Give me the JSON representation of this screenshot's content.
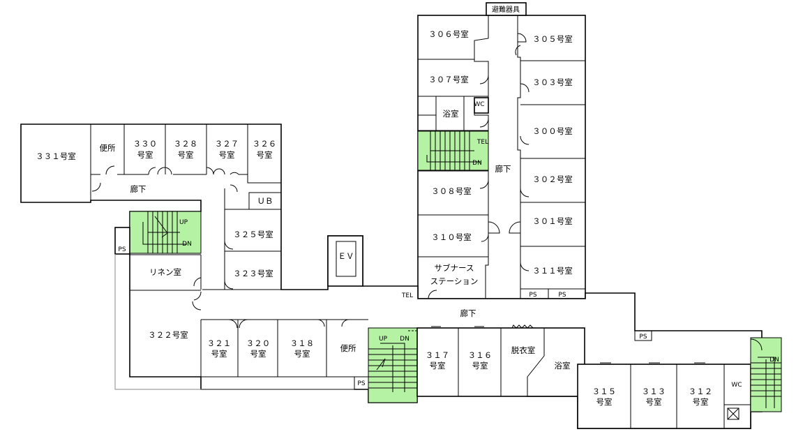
{
  "rooms": {
    "r306": "３０６号室",
    "r305": "３０５号室",
    "r307": "３０７号室",
    "r303": "３０３号室",
    "bath_n": "浴室",
    "wc_n": "WC",
    "r300": "３００号室",
    "tel_n": "TEL",
    "dn_n": "DN",
    "corridor_n": "廊下",
    "r302": "３０２号室",
    "r308": "３０８号室",
    "r301": "３０１号室",
    "r310": "３１０号室",
    "r311": "３１１号室",
    "station_1": "サブナース",
    "station_2": "ステーション",
    "ps_a": "PS",
    "ps_b": "PS",
    "evac": "避難器具",
    "r331": "３３１号室",
    "toilet_w": "便所",
    "r330_a": "３３０",
    "r330_b": "号室",
    "r328_a": "３２８",
    "r328_b": "号室",
    "r327_a": "３２７",
    "r327_b": "号室",
    "r326_a": "３２６",
    "r326_b": "号室",
    "corridor_w": "廊下",
    "ub": "ＵＢ",
    "up_w": "UP",
    "dn_w": "DN",
    "r325": "３２５号室",
    "ps_w": "PS",
    "ev": "ＥＶ",
    "linen": "リネン室",
    "r323": "３２３号室",
    "tel_s": "TEL",
    "corridor_s": "廊下",
    "r322": "３２２号室",
    "r321_a": "３２１",
    "r321_b": "号室",
    "r320_a": "３２０",
    "r320_b": "号室",
    "r318_a": "３１８",
    "r318_b": "号室",
    "toilet_s": "便所",
    "up_s": "UP",
    "dn_s": "DN",
    "r317_a": "３１７",
    "r317_b": "号室",
    "r316_a": "３１６",
    "r316_b": "号室",
    "changing": "脱衣室",
    "bath_s": "浴室",
    "ps_s": "PS",
    "ps_e": "PS",
    "r315_a": "３１５",
    "r315_b": "号室",
    "r313_a": "３１３",
    "r313_b": "号室",
    "r312_a": "３１２",
    "r312_b": "号室",
    "wc_e": "WC",
    "dn_e": "DN"
  },
  "colors": {
    "stairs": "#b5f2a3",
    "walls": "#000000",
    "background": "#ffffff"
  }
}
